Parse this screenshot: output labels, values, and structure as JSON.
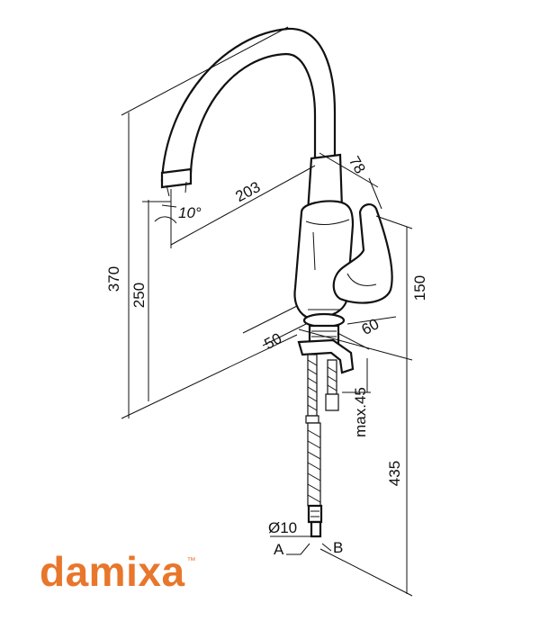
{
  "brand": {
    "name": "damixa",
    "trademark": "™",
    "color": "#e8762b"
  },
  "dimensions": {
    "height_total": "370",
    "height_spout": "250",
    "spout_reach": "203",
    "spout_angle": "10°",
    "handle_offset": "78",
    "body_height": "150",
    "base_width": "50",
    "base_depth": "60",
    "deck_thickness_max": "max.45",
    "hose_length": "435",
    "hose_diameter": "Ø10",
    "connection_a": "A",
    "connection_b": "B"
  },
  "icons": {
    "faucet": "faucet-drawing-icon"
  }
}
